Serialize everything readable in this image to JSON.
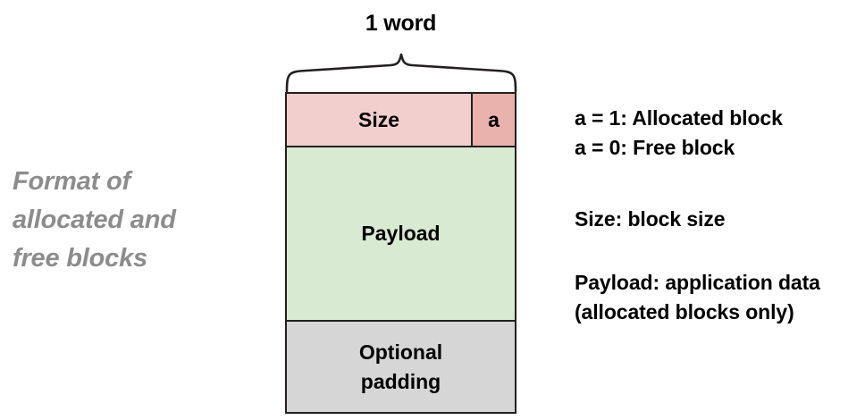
{
  "caption": {
    "lines": [
      "Format of",
      "allocated and",
      "free blocks"
    ],
    "color": "#8c8c8c"
  },
  "measure": {
    "label": "1 word",
    "brace_icon": "curly-brace-icon"
  },
  "block": {
    "header": {
      "size_label": "Size",
      "flag_label": "a",
      "size_color": "#f2cfcd",
      "flag_color": "#e9b2ad"
    },
    "payload": {
      "label": "Payload",
      "color": "#d8ead1"
    },
    "padding": {
      "line1": "Optional",
      "line2": "padding",
      "color": "#d6d6d6"
    },
    "border_color": "#231f20"
  },
  "legend": {
    "flags": [
      "a = 1: Allocated block",
      "a = 0: Free block"
    ],
    "size": [
      "Size: block size"
    ],
    "payload": [
      "Payload: application data",
      "(allocated blocks only)"
    ]
  }
}
